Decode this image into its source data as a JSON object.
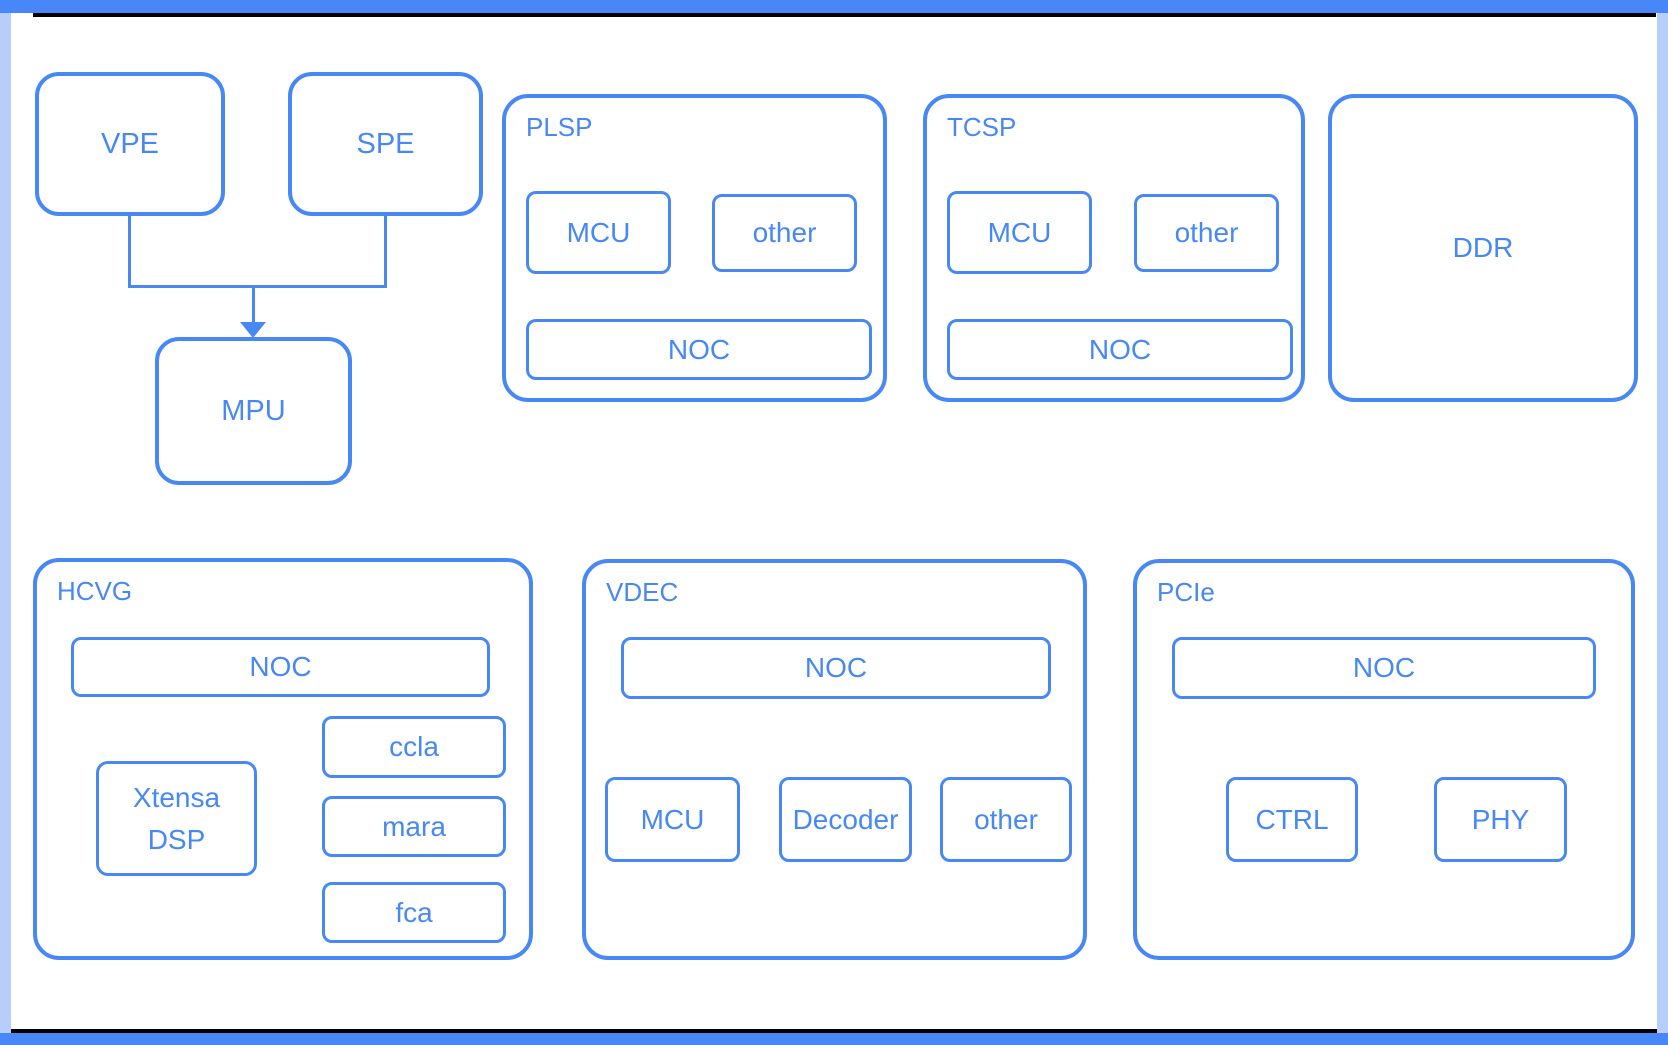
{
  "colors": {
    "frame_accent_color": "#4787F7",
    "frame_side_color": "#B7CEFB",
    "frame_line_color": "#000000",
    "canvas_color": "#FFFFFF",
    "stroke_color": "#4788F5"
  },
  "diagram": {
    "processors": {
      "vpe": "VPE",
      "spe": "SPE",
      "mpu": "MPU"
    },
    "connections": [
      {
        "from": "VPE",
        "to": "MPU"
      },
      {
        "from": "SPE",
        "to": "MPU"
      }
    ],
    "plsp": {
      "title": "PLSP",
      "mcu": "MCU",
      "other": "other",
      "noc": "NOC"
    },
    "tcsp": {
      "title": "TCSP",
      "mcu": "MCU",
      "other": "other",
      "noc": "NOC"
    },
    "ddr": {
      "label": "DDR"
    },
    "hcvg": {
      "title": "HCVG",
      "noc": "NOC",
      "ccla": "ccla",
      "xtensa_line1": "Xtensa",
      "xtensa_line2": "DSP",
      "mara": "mara",
      "fca": "fca"
    },
    "vdec": {
      "title": "VDEC",
      "noc": "NOC",
      "mcu": "MCU",
      "decoder": "Decoder",
      "other": "other"
    },
    "pcie": {
      "title": "PCIe",
      "noc": "NOC",
      "ctrl": "CTRL",
      "phy": "PHY"
    }
  }
}
